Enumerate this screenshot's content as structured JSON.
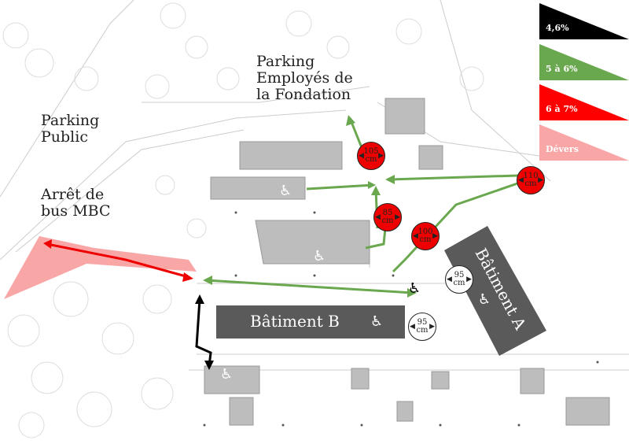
{
  "labels": {
    "parking_employes": [
      "Parking",
      "Employés de",
      "la Fondation"
    ],
    "parking_public": [
      "Parking",
      "Public"
    ],
    "bus_stop": [
      "Arrêt de",
      "bus MBC"
    ]
  },
  "buildings": {
    "a": "Bâtiment A",
    "b": "Bâtiment B"
  },
  "widths": [
    {
      "value": "105",
      "unit": "cm",
      "type": "red"
    },
    {
      "value": "110",
      "unit": "cm",
      "type": "red"
    },
    {
      "value": "85",
      "unit": "cm",
      "type": "red"
    },
    {
      "value": "100",
      "unit": "cm",
      "type": "red"
    },
    {
      "value": "95",
      "unit": "cm",
      "type": "white"
    },
    {
      "value": "95",
      "unit": "cm",
      "type": "white"
    }
  ],
  "legend": [
    {
      "label": "4,6%",
      "color": "#000000"
    },
    {
      "label": "5 à 6%",
      "color": "#6aa84f"
    },
    {
      "label": "6 à 7%",
      "color": "#ff0000"
    },
    {
      "label": "Dévers",
      "color": "#f9a6a6"
    }
  ],
  "icons": {
    "accessibility": "♿"
  }
}
